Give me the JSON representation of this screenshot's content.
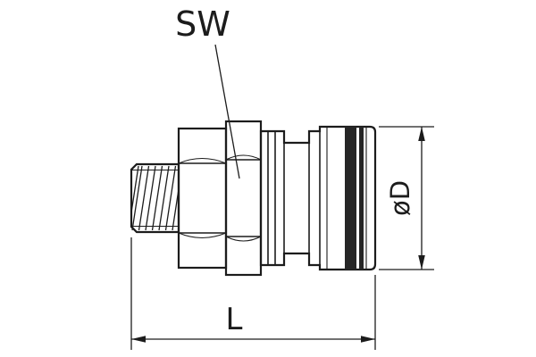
{
  "diagram": {
    "labels": {
      "wrench_size": "SW",
      "diameter": "øD",
      "length": "L"
    },
    "colors": {
      "line": "#1c1c1c",
      "band": "#262626",
      "background": "#ffffff"
    }
  }
}
